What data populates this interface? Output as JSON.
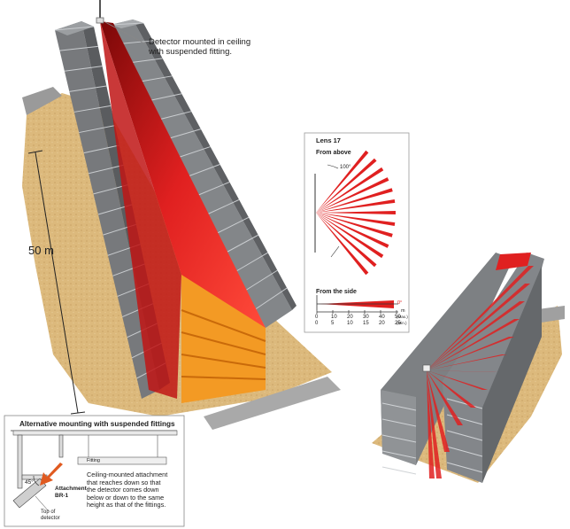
{
  "callout": {
    "line1": "Detector mounted in ceiling",
    "line2": "with suspended fitting."
  },
  "dimension": {
    "length_label": "50 m"
  },
  "lens_card": {
    "title": "Lens 17",
    "from_above": "From above",
    "angle": "100°",
    "from_side": "From the side",
    "side_angle": "0°",
    "unit": "m",
    "scale_max": [
      "0",
      "10",
      "20",
      "30",
      "40",
      "50"
    ],
    "scale_min": [
      "0",
      "5",
      "10",
      "15",
      "20",
      "25"
    ],
    "max_label": "(Max.)",
    "min_label": "(Min.)"
  },
  "inset": {
    "title": "Alternative mounting with suspended fittings",
    "fitting_label": "Fitting",
    "attachment_label": "Attachment",
    "attachment_model": "BR-1",
    "angle": "45°",
    "top_label_1": "Top of",
    "top_label_2": "detector",
    "desc_1": "Ceiling-mounted attachment",
    "desc_2": "that reaches down so that",
    "desc_3": "the detector comes down",
    "desc_4": "below or down to the same",
    "desc_5": "height as that of the fittings."
  },
  "colors": {
    "beam": "#e02020",
    "beam_dark": "#a01010",
    "beam_end": "#f5901e",
    "rack": "#8a8d90",
    "rack_light": "#b8bbbe",
    "floor": "#d9b77a"
  }
}
